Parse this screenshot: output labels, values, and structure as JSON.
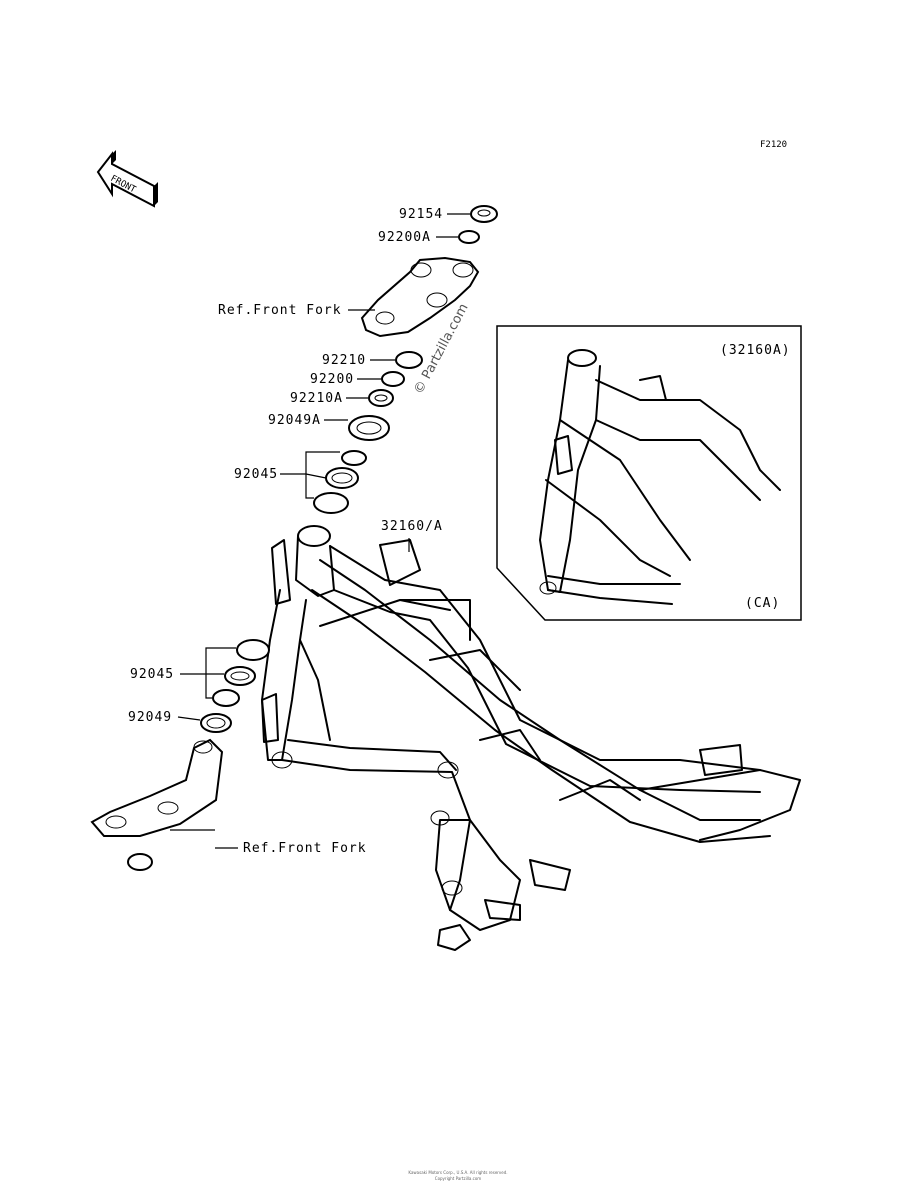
{
  "figure_code": "F2120",
  "front_indicator": "FRONT",
  "watermark": "© Partzilla.com",
  "inset_label_top": "(32160A)",
  "inset_label_bottom": "(CA)",
  "labels": {
    "p92154": "92154",
    "p92200A": "92200A",
    "ref_top": "Ref.Front Fork",
    "p92210": "92210",
    "p92200": "92200",
    "p92210A": "92210A",
    "p92049A": "92049A",
    "p92045_upper": "92045",
    "p32160A": "32160/A",
    "p92045_lower": "92045",
    "p92049": "92049",
    "ref_bottom": "Ref.Front Fork"
  },
  "footer_line1": "Kawasaki Motors Corp., U.S.A. All rights reserved.",
  "footer_line2": "Copyright Partzilla.com"
}
